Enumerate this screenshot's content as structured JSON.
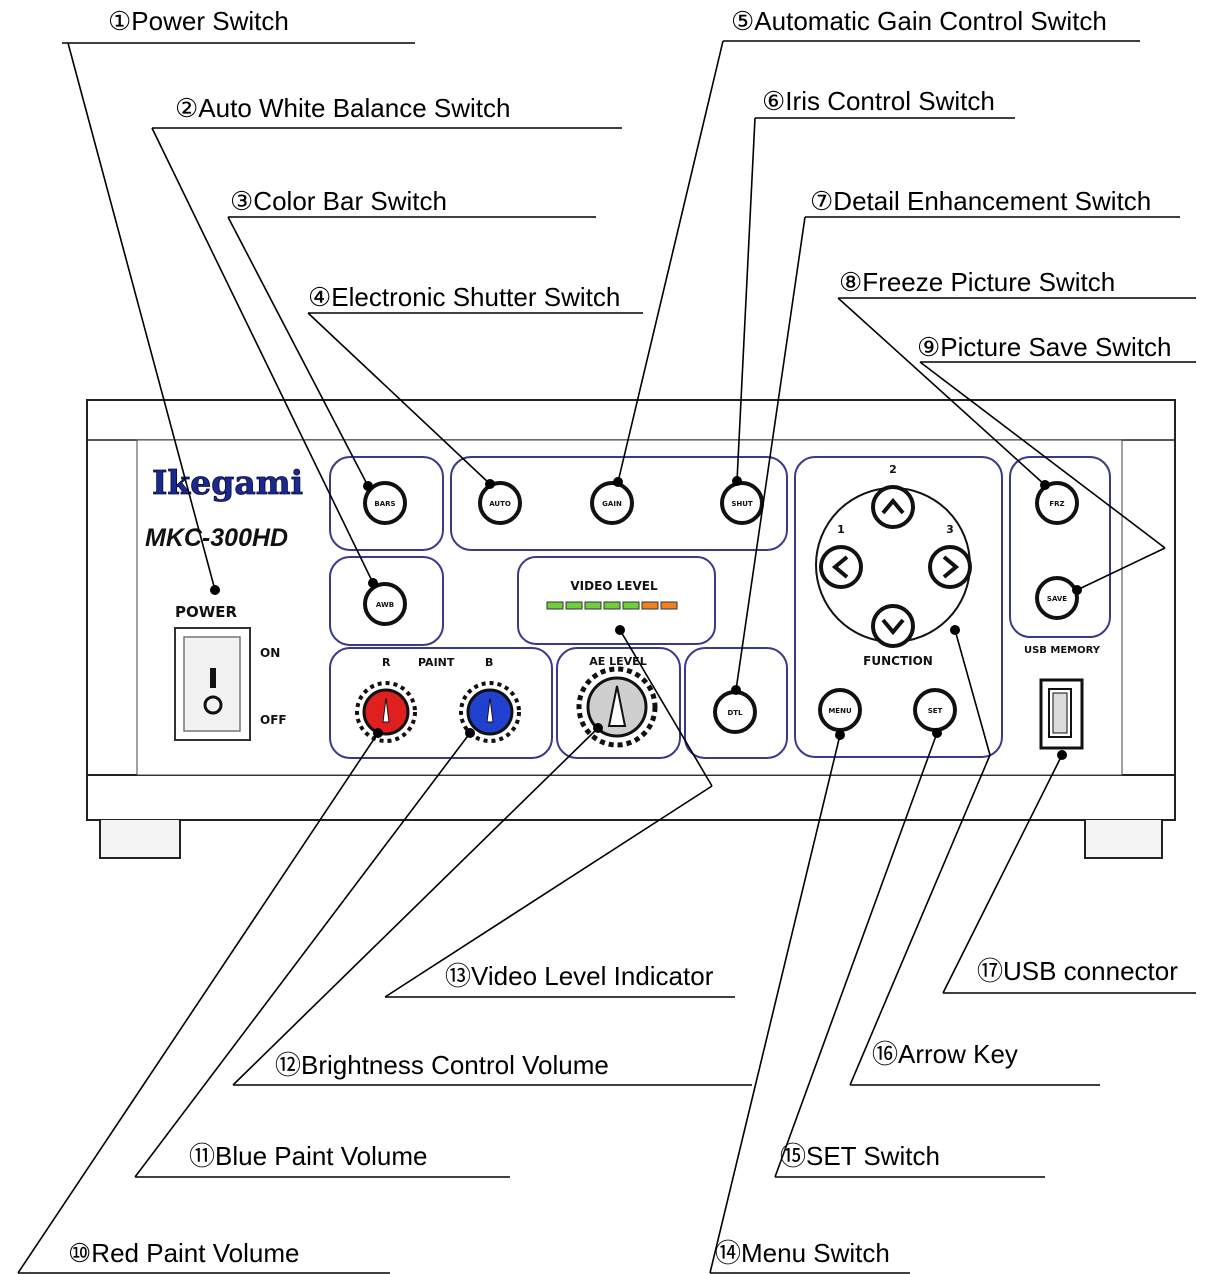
{
  "callouts": {
    "c1": "①Power Switch",
    "c2": "②Auto White Balance Switch",
    "c3": "③Color Bar Switch",
    "c4": "④Electronic Shutter Switch",
    "c5": "⑤Automatic Gain Control Switch",
    "c6": "⑥Iris Control Switch",
    "c7": "⑦Detail Enhancement Switch",
    "c8": "⑧Freeze Picture Switch",
    "c9": "⑨Picture Save Switch",
    "c10": "⑩Red Paint Volume",
    "c11": "⑪Blue Paint Volume",
    "c12": "⑫Brightness Control Volume",
    "c13": "⑬Video Level Indicator",
    "c14": "⑭Menu Switch",
    "c15": "⑮SET Switch",
    "c16": "⑯Arrow Key",
    "c17": "⑰USB connector"
  },
  "panel": {
    "brand": "Ikegami",
    "model": "MKC-300HD",
    "power": "POWER",
    "on": "ON",
    "off": "OFF",
    "r": "R",
    "paint": "PAINT",
    "b": "B",
    "ae_level": "AE LEVEL",
    "video_level": "VIDEO LEVEL",
    "function": "FUNCTION",
    "usb_memory": "USB MEMORY",
    "arrow_up_num": "2",
    "arrow_left_num": "1",
    "arrow_right_num": "3",
    "buttons": {
      "bars": "BARS",
      "awb": "AWB",
      "auto": "AUTO",
      "gain": "GAIN",
      "shut": "SHUT",
      "dtl": "DTL",
      "menu": "MENU",
      "set": "SET",
      "frz": "FRZ",
      "save": "SAVE"
    }
  },
  "colors": {
    "group_border": "#3a3a8a",
    "red_knob": "#e02020",
    "blue_knob": "#2040d0",
    "led_green": "#6fcf3a",
    "led_orange": "#f08020",
    "brand_blue": "#1a2a8c"
  }
}
